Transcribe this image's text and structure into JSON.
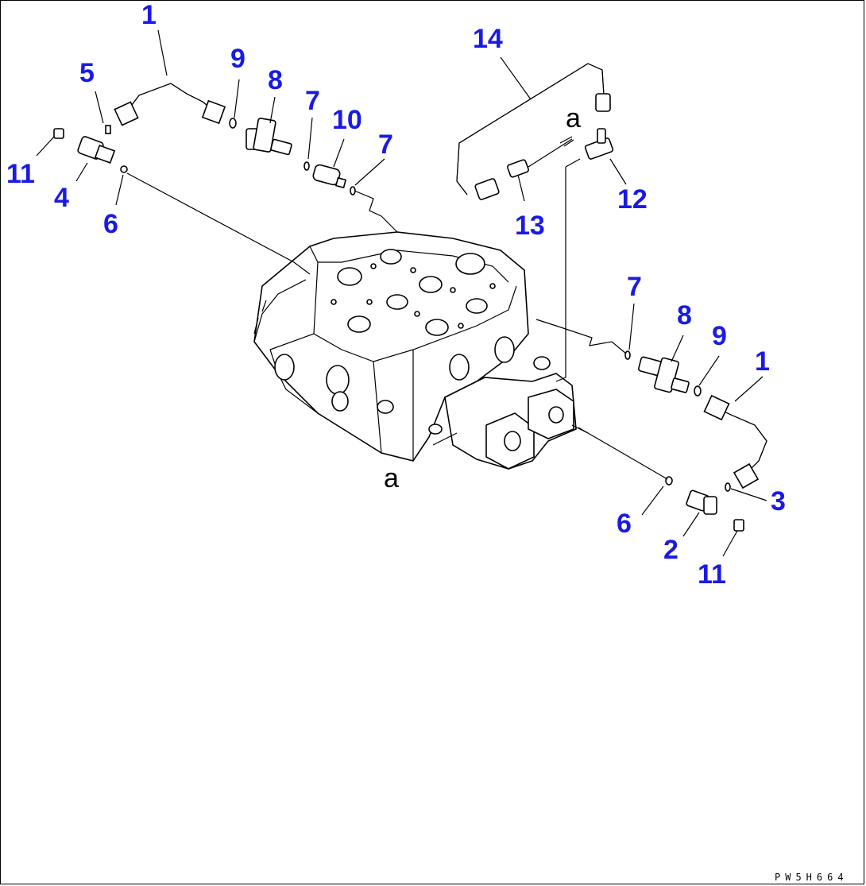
{
  "drawing_code": "PW5H664",
  "ref_marks": {
    "a": "a"
  },
  "callouts": [
    {
      "id": "c-1-left",
      "text": "1"
    },
    {
      "id": "c-5",
      "text": "5"
    },
    {
      "id": "c-11-left",
      "text": "11"
    },
    {
      "id": "c-4",
      "text": "4"
    },
    {
      "id": "c-6-left",
      "text": "6"
    },
    {
      "id": "c-9-left",
      "text": "9"
    },
    {
      "id": "c-8-left",
      "text": "8"
    },
    {
      "id": "c-7-top",
      "text": "7"
    },
    {
      "id": "c-10",
      "text": "10"
    },
    {
      "id": "c-7-mid",
      "text": "7"
    },
    {
      "id": "c-14",
      "text": "14"
    },
    {
      "id": "c-12",
      "text": "12"
    },
    {
      "id": "c-13",
      "text": "13"
    },
    {
      "id": "c-7-right",
      "text": "7"
    },
    {
      "id": "c-8-right",
      "text": "8"
    },
    {
      "id": "c-9-right",
      "text": "9"
    },
    {
      "id": "c-1-right",
      "text": "1"
    },
    {
      "id": "c-3",
      "text": "3"
    },
    {
      "id": "c-6-right",
      "text": "6"
    },
    {
      "id": "c-2",
      "text": "2"
    },
    {
      "id": "c-11-right",
      "text": "11"
    }
  ],
  "colors": {
    "callout": "#1a1ae6",
    "line": "#000000",
    "background": "#ffffff"
  }
}
